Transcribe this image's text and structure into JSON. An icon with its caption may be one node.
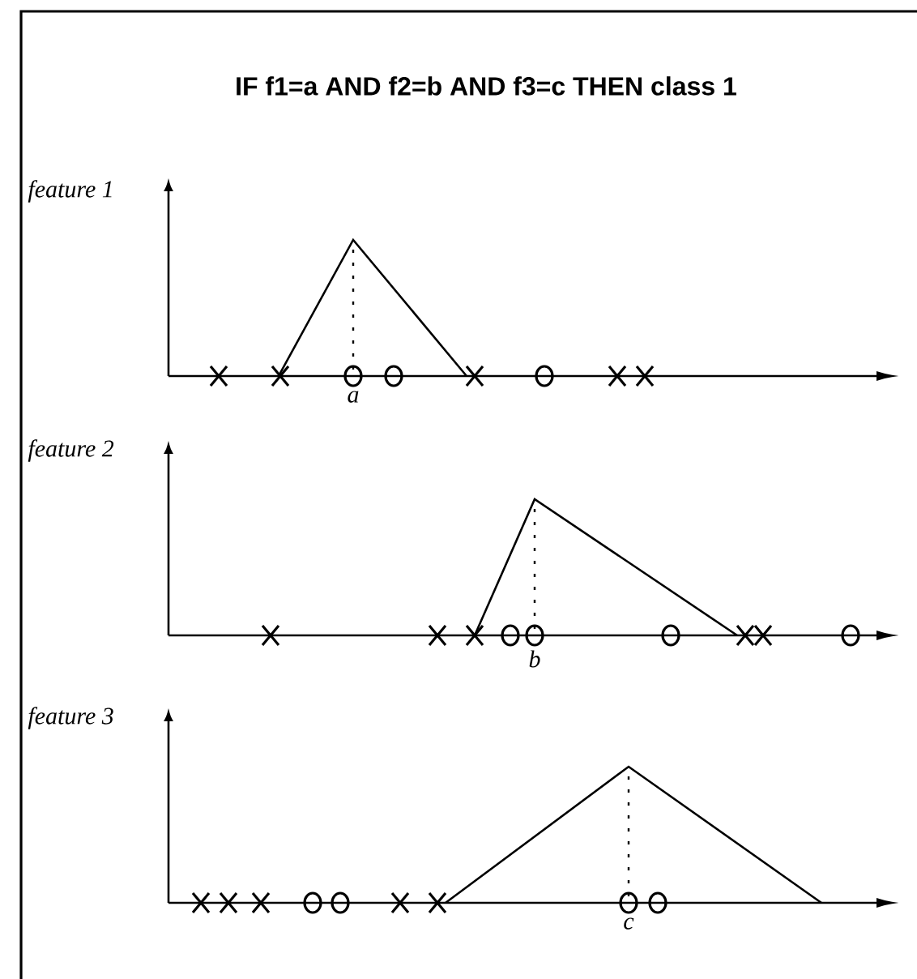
{
  "diagram": {
    "title": "IF f1=a AND f2=b AND f3=c THEN class 1",
    "labels": [
      "feature 1",
      "a",
      "feature 2",
      "b",
      "feature 3",
      "c"
    ]
  }
}
